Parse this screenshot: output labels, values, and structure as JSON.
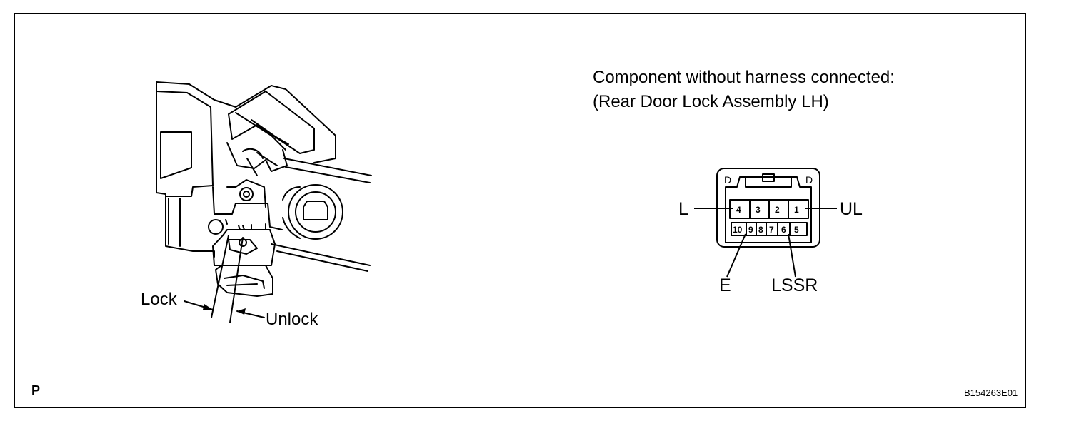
{
  "caption": {
    "line1": "Component without harness connected:",
    "line2": "(Rear Door  Lock Assembly LH)"
  },
  "connector": {
    "top_row": [
      "4",
      "3",
      "2",
      "1"
    ],
    "bottom_row": [
      "10",
      "9",
      "8",
      "7",
      "6",
      "5"
    ],
    "corner_marks": [
      "D",
      "D"
    ],
    "labels": {
      "L": "L",
      "UL": "UL",
      "E": "E",
      "LSSR": "LSSR"
    }
  },
  "mechanism": {
    "lock_label": "Lock",
    "unlock_label": "Unlock"
  },
  "footer": {
    "corner_letter": "P",
    "figure_code": "B154263E01"
  }
}
